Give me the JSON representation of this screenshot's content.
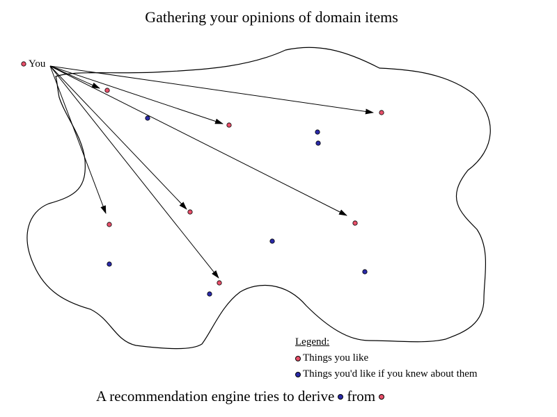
{
  "title": "Gathering your opinions of domain items",
  "you": {
    "label": "You",
    "color": "#e8506a"
  },
  "colors": {
    "liked": "#e8506a",
    "unknown": "#2a2aa8",
    "outline": "#000000"
  },
  "legend": {
    "title": "Legend:",
    "items": [
      {
        "type": "liked",
        "label": "Things you like"
      },
      {
        "type": "unknown",
        "label": "Things you'd like if you knew about them"
      }
    ]
  },
  "caption": {
    "part1": "A recommendation engine tries to derive",
    "part2": "from"
  }
}
